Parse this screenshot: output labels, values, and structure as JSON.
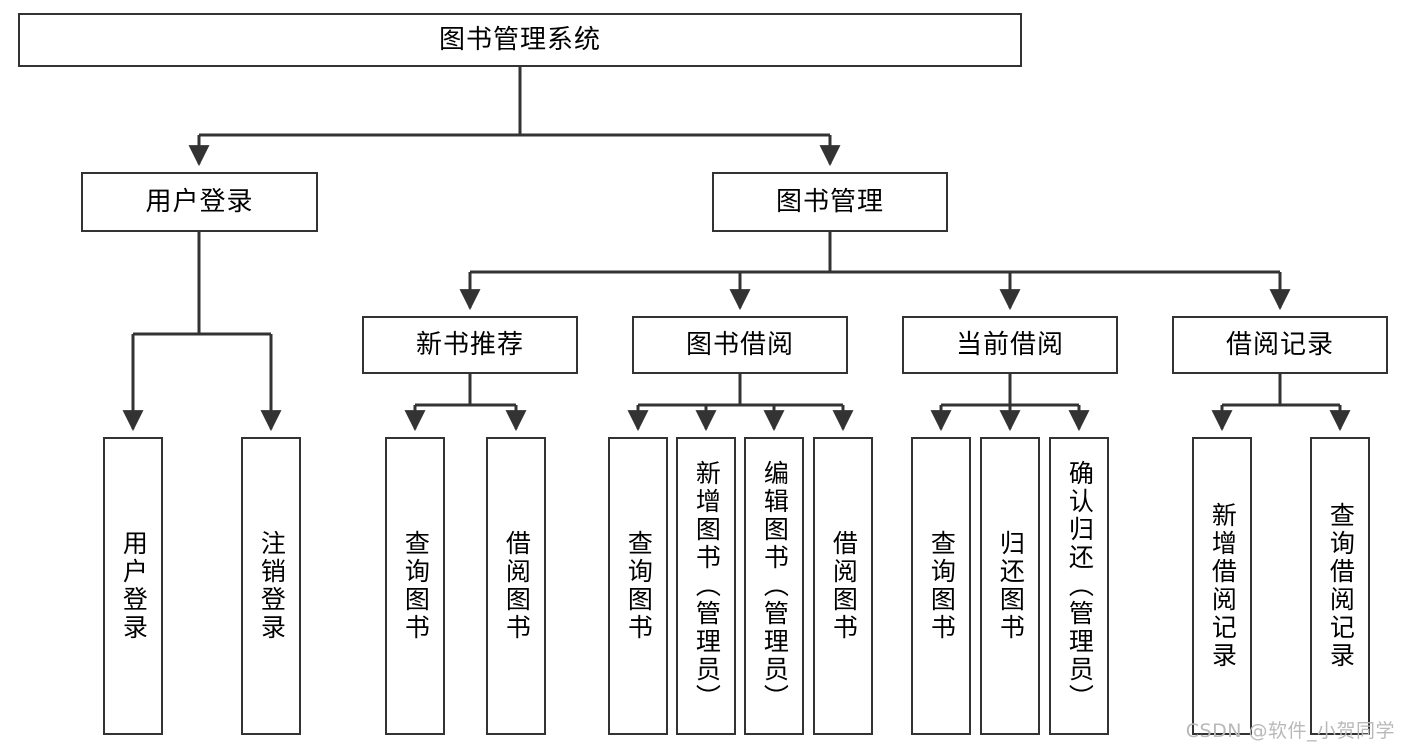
{
  "diagram": {
    "title": "图书管理系统",
    "type": "tree",
    "watermark": "CSDN @软件_小贺同学",
    "colors": {
      "box_border": "#333333",
      "box_fill": "#ffffff",
      "connector": "#333333",
      "text": "#000000",
      "watermark": "#b9b9b9"
    },
    "nodes": {
      "root": {
        "label": "图书管理系统",
        "level": 1
      },
      "l2": [
        {
          "label": "用户登录",
          "level": 2
        },
        {
          "label": "图书管理",
          "level": 2
        }
      ],
      "l3": [
        {
          "label": "新书推荐",
          "level": 3
        },
        {
          "label": "图书借阅",
          "level": 3
        },
        {
          "label": "当前借阅",
          "level": 3
        },
        {
          "label": "借阅记录",
          "level": 3
        }
      ],
      "leaves": [
        {
          "label": "用户登录",
          "parent": "用户登录"
        },
        {
          "label": "注销登录",
          "parent": "用户登录"
        },
        {
          "label": "查询图书",
          "parent": "新书推荐"
        },
        {
          "label": "借阅图书",
          "parent": "新书推荐"
        },
        {
          "label": "查询图书",
          "parent": "图书借阅"
        },
        {
          "label": "新增图书（管理员）",
          "parent": "图书借阅"
        },
        {
          "label": "编辑图书（管理员）",
          "parent": "图书借阅"
        },
        {
          "label": "借阅图书",
          "parent": "图书借阅"
        },
        {
          "label": "查询图书",
          "parent": "当前借阅"
        },
        {
          "label": "归还图书",
          "parent": "当前借阅"
        },
        {
          "label": "确认归还（管理员）",
          "parent": "当前借阅"
        },
        {
          "label": "新增借阅记录",
          "parent": "借阅记录"
        },
        {
          "label": "查询借阅记录",
          "parent": "借阅记录"
        }
      ]
    }
  }
}
